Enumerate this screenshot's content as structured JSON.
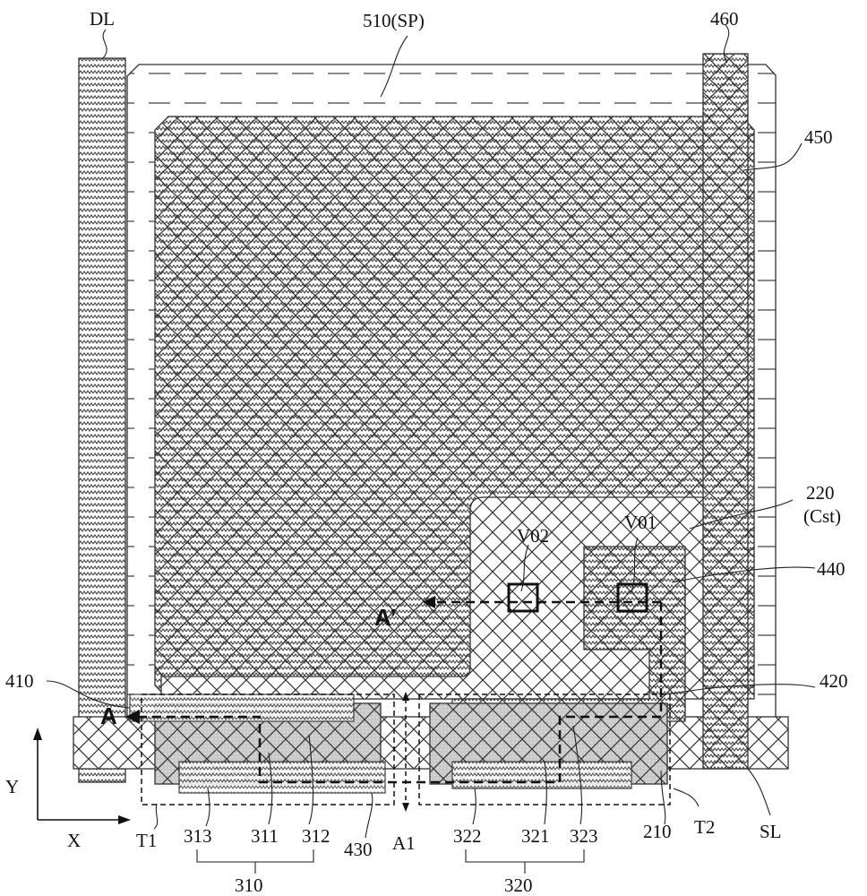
{
  "figure": {
    "labels": {
      "dl": "DL",
      "sp": "510(SP)",
      "l460": "460",
      "l450": "450",
      "l220": "220",
      "cst": "(Cst)",
      "v02": "V02",
      "v01": "V01",
      "l440": "440",
      "a_prime": "A’",
      "l410": "410",
      "a": "A",
      "l420": "420",
      "y": "Y",
      "x": "X",
      "t1": "T1",
      "l313": "313",
      "l311": "311",
      "l312": "312",
      "l430": "430",
      "a1": "A1",
      "l322": "322",
      "l321": "321",
      "l323": "323",
      "l210": "210",
      "t2": "T2",
      "sl": "SL",
      "l310": "310",
      "l320": "320"
    }
  }
}
